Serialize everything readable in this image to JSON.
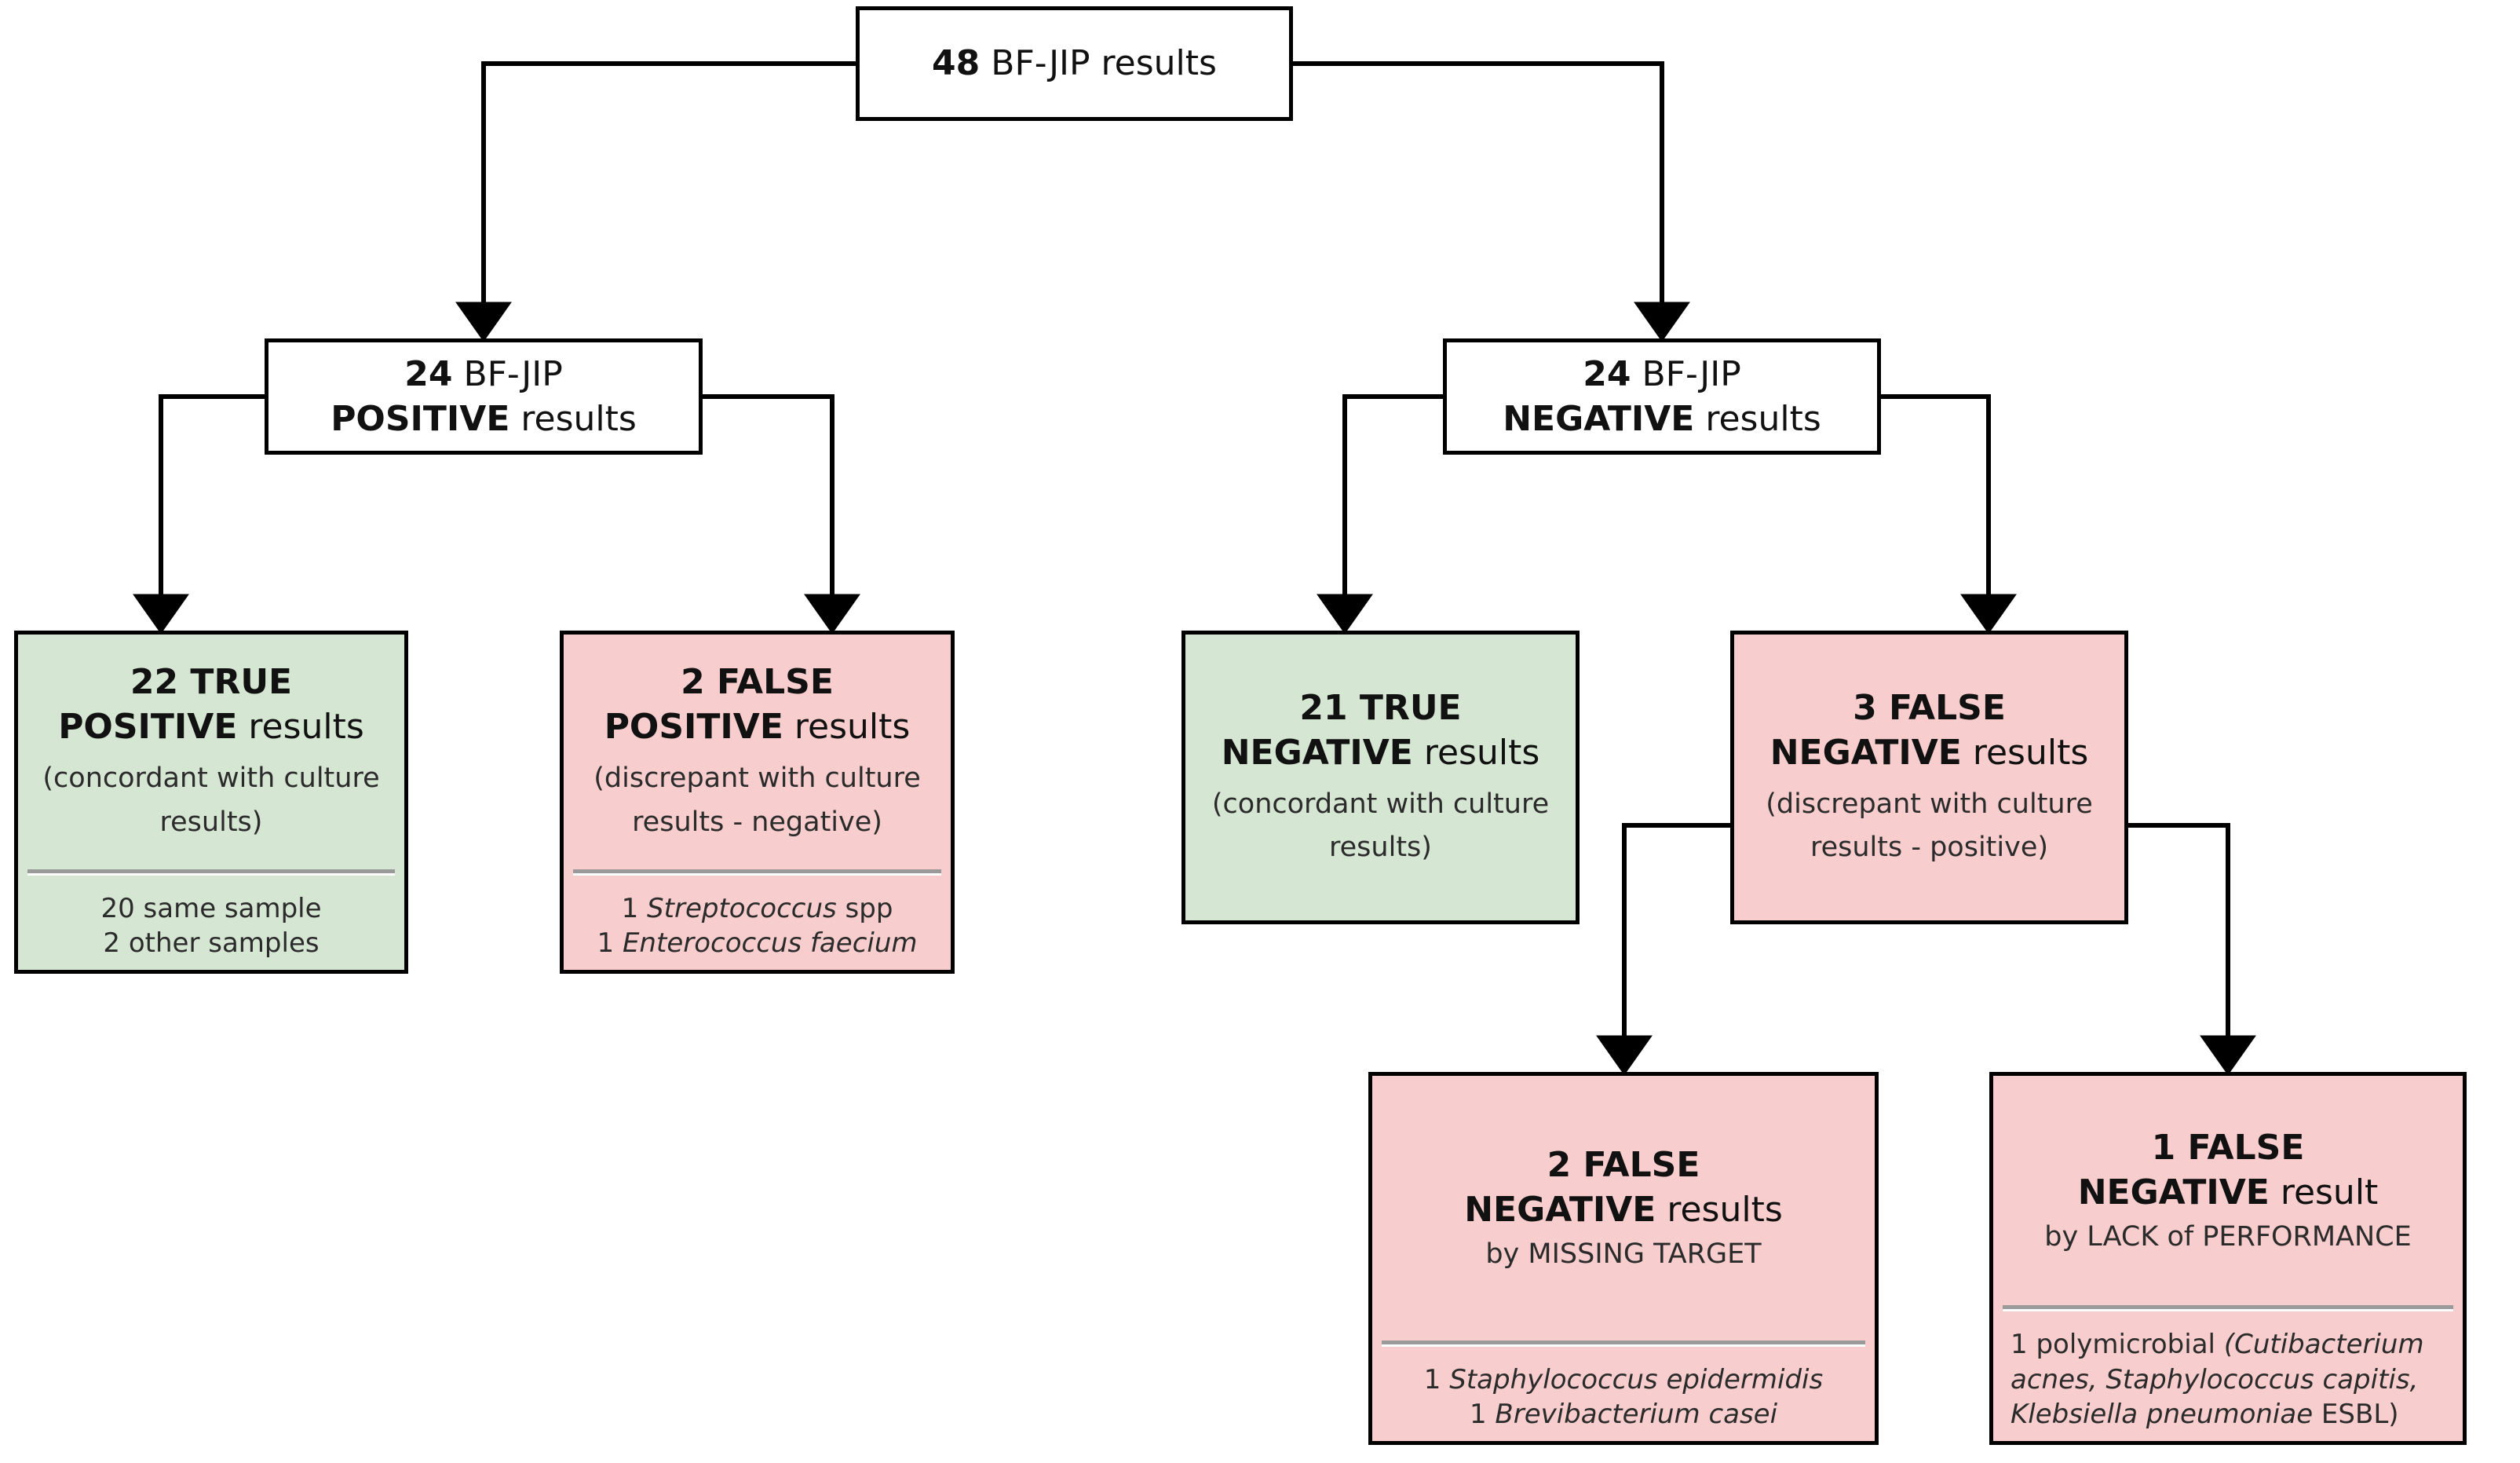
{
  "chart_data": {
    "type": "diagram",
    "title": "BF-JIP results concordance flowchart",
    "root": {
      "count": 48,
      "label": "BF-JIP results"
    },
    "nodes": [
      {
        "id": "root",
        "count": 48,
        "label": "BF-JIP results",
        "fill": "white"
      },
      {
        "id": "pos",
        "count": 24,
        "label": "BF-JIP POSITIVE results",
        "fill": "white"
      },
      {
        "id": "neg",
        "count": 24,
        "label": "BF-JIP NEGATIVE results",
        "fill": "white"
      },
      {
        "id": "tp",
        "count": 22,
        "label": "TRUE POSITIVE results",
        "fill": "green",
        "note": "(concordant with culture results)",
        "items": [
          "20 same sample",
          "2 other samples"
        ]
      },
      {
        "id": "fp",
        "count": 2,
        "label": "FALSE POSITIVE results",
        "fill": "pink",
        "note": "(discrepant with culture results - negative)",
        "items": [
          "1 Streptococcus spp",
          "1 Enterococcus faecium"
        ]
      },
      {
        "id": "tn",
        "count": 21,
        "label": "TRUE NEGATIVE results",
        "fill": "green",
        "note": "(concordant with culture results)",
        "items": []
      },
      {
        "id": "fn",
        "count": 3,
        "label": "FALSE NEGATIVE results",
        "fill": "pink",
        "note": "(discrepant with culture results - positive)",
        "items": []
      },
      {
        "id": "fnmt",
        "count": 2,
        "label": "FALSE NEGATIVE results",
        "fill": "pink",
        "note": "by MISSING TARGET",
        "items": [
          "1 Staphylococcus epidermidis",
          "1 Brevibacterium casei"
        ]
      },
      {
        "id": "fnlp",
        "count": 1,
        "label": "FALSE NEGATIVE result",
        "fill": "pink",
        "note": "by LACK of PERFORMANCE",
        "items": [
          "1 polymicrobial (Cutibacterium acnes, Staphylococcus capitis, Klebsiella pneumoniae ESBL)"
        ]
      }
    ],
    "edges": [
      {
        "from": "root",
        "to": "pos"
      },
      {
        "from": "root",
        "to": "neg"
      },
      {
        "from": "pos",
        "to": "tp"
      },
      {
        "from": "pos",
        "to": "fp"
      },
      {
        "from": "neg",
        "to": "tn"
      },
      {
        "from": "neg",
        "to": "fn"
      },
      {
        "from": "fn",
        "to": "fnmt"
      },
      {
        "from": "fn",
        "to": "fnlp"
      }
    ],
    "colors": {
      "green_fill": "#d5e6d2",
      "pink_fill": "#f8cdcd",
      "stroke": "#000000",
      "divider": "#9a9a9a"
    }
  },
  "root": {
    "count": "48",
    "label": " BF-JIP results"
  },
  "positive": {
    "line1_count": "24",
    "line1_rest": " BF-JIP",
    "line2_strong": "POSITIVE",
    "line2_rest": " results"
  },
  "negative": {
    "line1_count": "24",
    "line1_rest": " BF-JIP",
    "line2_strong": "NEGATIVE",
    "line2_rest": " results"
  },
  "true_positive": {
    "line1": "22 TRUE",
    "line2_strong": "POSITIVE",
    "line2_rest": " results",
    "note_line1": "(concordant with culture",
    "note_line2": "results)",
    "item1": "20 same sample",
    "item2": "2 other samples"
  },
  "false_positive": {
    "line1": "2 FALSE",
    "line2_strong": "POSITIVE",
    "line2_rest": " results",
    "note_line1": "(discrepant with culture",
    "note_line2": "results - negative)",
    "item1_count": "1 ",
    "item1_species": "Streptococcus",
    "item1_suffix": " spp",
    "item2_count": "1 ",
    "item2_species": "Enterococcus faecium"
  },
  "true_negative": {
    "line1": "21 TRUE",
    "line2_strong": "NEGATIVE",
    "line2_rest": " results",
    "note_line1": "(concordant with culture",
    "note_line2": "results)"
  },
  "false_negative": {
    "line1": "3 FALSE",
    "line2_strong": "NEGATIVE",
    "line2_rest": " results",
    "note_line1": "(discrepant with culture",
    "note_line2": "results - positive)"
  },
  "fn_missing_target": {
    "line1": "2 FALSE",
    "line2_strong": "NEGATIVE",
    "line2_rest": " results",
    "note": "by MISSING TARGET",
    "item1_count": "1 ",
    "item1_species": "Staphylococcus epidermidis",
    "item2_count": "1 ",
    "item2_species": "Brevibacterium casei"
  },
  "fn_lack_performance": {
    "line1": "1 FALSE",
    "line2_strong": "NEGATIVE",
    "line2_rest": " result",
    "note": "by LACK of PERFORMANCE",
    "item1_prefix": "1 polymicrobial ",
    "item1_species_l1": "(Cutibacterium",
    "item1_species_l2": "acnes, Staphylococcus capitis,",
    "item1_species_l3": "Klebsiella pneumoniae",
    "item1_suffix": " ESBL)"
  }
}
